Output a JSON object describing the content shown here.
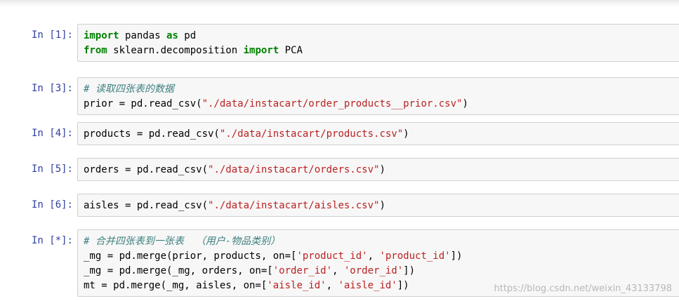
{
  "cells": [
    {
      "prompt": "In [1]:",
      "lines": [
        [
          {
            "t": "import",
            "c": "kw"
          },
          {
            "t": " pandas ",
            "c": ""
          },
          {
            "t": "as",
            "c": "kw"
          },
          {
            "t": " pd",
            "c": ""
          }
        ],
        [
          {
            "t": "from",
            "c": "kw"
          },
          {
            "t": " sklearn.decomposition ",
            "c": ""
          },
          {
            "t": "import",
            "c": "kw"
          },
          {
            "t": " PCA",
            "c": ""
          }
        ]
      ]
    },
    {
      "prompt": "In [3]:",
      "lines": [
        [
          {
            "t": "# 读取四张表的数据",
            "c": "cm"
          }
        ],
        [
          {
            "t": "prior = pd.read_csv(",
            "c": ""
          },
          {
            "t": "\"./data/instacart/order_products__prior.csv\"",
            "c": "str"
          },
          {
            "t": ")",
            "c": ""
          }
        ]
      ]
    },
    {
      "prompt": "In [4]:",
      "lines": [
        [
          {
            "t": "products = pd.read_csv(",
            "c": ""
          },
          {
            "t": "\"./data/instacart/products.csv\"",
            "c": "str"
          },
          {
            "t": ")",
            "c": ""
          }
        ]
      ]
    },
    {
      "prompt": "In [5]:",
      "lines": [
        [
          {
            "t": "orders = pd.read_csv(",
            "c": ""
          },
          {
            "t": "\"./data/instacart/orders.csv\"",
            "c": "str"
          },
          {
            "t": ")",
            "c": ""
          }
        ]
      ]
    },
    {
      "prompt": "In [6]:",
      "lines": [
        [
          {
            "t": "aisles = pd.read_csv(",
            "c": ""
          },
          {
            "t": "\"./data/instacart/aisles.csv\"",
            "c": "str"
          },
          {
            "t": ")",
            "c": ""
          }
        ]
      ]
    },
    {
      "prompt": "In [*]:",
      "lines": [
        [
          {
            "t": "# 合并四张表到一张表  （用户-物品类别）",
            "c": "cm"
          }
        ],
        [
          {
            "t": "_mg = pd.merge(prior, products, on=[",
            "c": ""
          },
          {
            "t": "'product_id'",
            "c": "str"
          },
          {
            "t": ", ",
            "c": ""
          },
          {
            "t": "'product_id'",
            "c": "str"
          },
          {
            "t": "])",
            "c": ""
          }
        ],
        [
          {
            "t": "_mg = pd.merge(_mg, orders, on=[",
            "c": ""
          },
          {
            "t": "'order_id'",
            "c": "str"
          },
          {
            "t": ", ",
            "c": ""
          },
          {
            "t": "'order_id'",
            "c": "str"
          },
          {
            "t": "])",
            "c": ""
          }
        ],
        [
          {
            "t": "mt = pd.merge(_mg, aisles, on=[",
            "c": ""
          },
          {
            "t": "'aisle_id'",
            "c": "str"
          },
          {
            "t": ", ",
            "c": ""
          },
          {
            "t": "'aisle_id'",
            "c": "str"
          },
          {
            "t": "])",
            "c": ""
          }
        ]
      ]
    }
  ],
  "watermark": "https://blog.csdn.net/weixin_43133798",
  "colors": {
    "prompt": "#303f9f",
    "keyword": "#008000",
    "string": "#ba2121",
    "comment": "#408080",
    "cell_background": "#f7f7f7",
    "cell_border": "#cfcfcf"
  }
}
